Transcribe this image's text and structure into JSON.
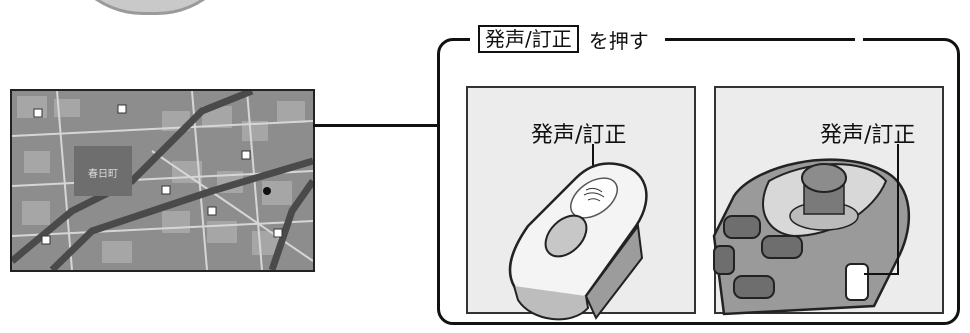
{
  "instruction": {
    "key_label": "発声/訂正",
    "action_text": "を押す"
  },
  "panels": {
    "remote": {
      "button_label": "発声/訂正"
    },
    "steering_switch": {
      "button_label": "発声/訂正"
    }
  },
  "map": {
    "area_label": "春日町"
  },
  "colors": {
    "frame": "#111111",
    "panel_bg": "#ececec",
    "map_bg": "#8f8f8f"
  }
}
